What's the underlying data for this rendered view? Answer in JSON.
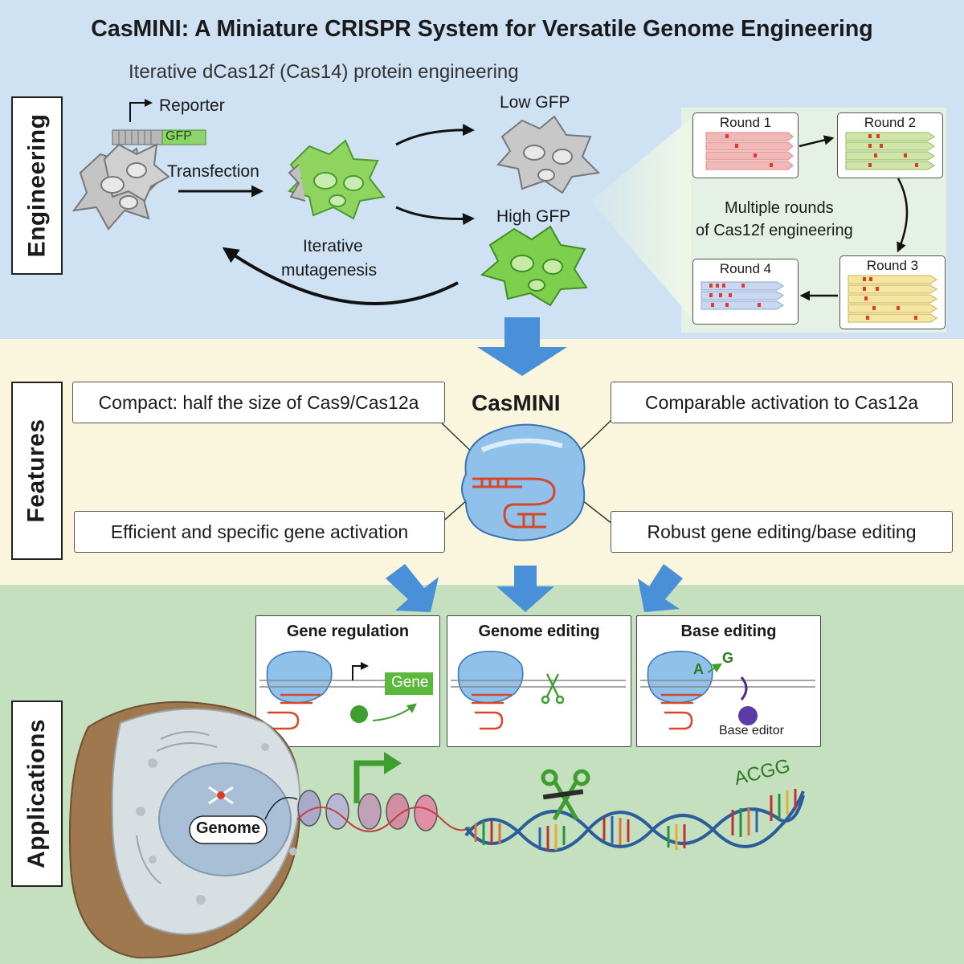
{
  "title": "CasMINI: A Miniature CRISPR System for Versatile Genome Engineering",
  "sections": {
    "engineering": "Engineering",
    "features": "Features",
    "applications": "Applications"
  },
  "engineering": {
    "subtitle": "Iterative dCas12f (Cas14) protein engineering",
    "reporter": "Reporter",
    "gfp_tag": "GFP",
    "transfection": "Transfection",
    "low_gfp": "Low GFP",
    "high_gfp": "High GFP",
    "iterative_line1": "Iterative",
    "iterative_line2": "mutagenesis",
    "rounds_line1": "Multiple rounds",
    "rounds_line2": "of Cas12f engineering",
    "rounds": [
      {
        "label": "Round 1",
        "color": "#f2b8b8"
      },
      {
        "label": "Round 2",
        "color": "#cfe6a8"
      },
      {
        "label": "Round 3",
        "color": "#f5e6a0"
      },
      {
        "label": "Round 4",
        "color": "#c9d8f0"
      }
    ]
  },
  "features": {
    "center_label": "CasMINI",
    "compact": "Compact: half the size of Cas9/Cas12a",
    "comparable": "Comparable activation to Cas12a",
    "efficient": "Efficient and specific gene activation",
    "robust": "Robust gene editing/base editing"
  },
  "applications": {
    "gene_regulation": {
      "title": "Gene regulation",
      "gene_label": "Gene"
    },
    "genome_editing": {
      "title": "Genome editing"
    },
    "base_editing": {
      "title": "Base editing",
      "from_base": "A",
      "to_base": "G",
      "editor_label": "Base editor"
    },
    "genome_label": "Genome",
    "dna_sequence": "ACGG"
  },
  "colors": {
    "engineering_bg": "#cfe2f3",
    "features_bg": "#f9f6dd",
    "applications_bg": "#c4e0bf",
    "arrow_blue": "#4a90d9",
    "protein_blue": "#8fc1ea",
    "rna_red": "#d9472b",
    "gfp_green": "#5cb83c"
  }
}
